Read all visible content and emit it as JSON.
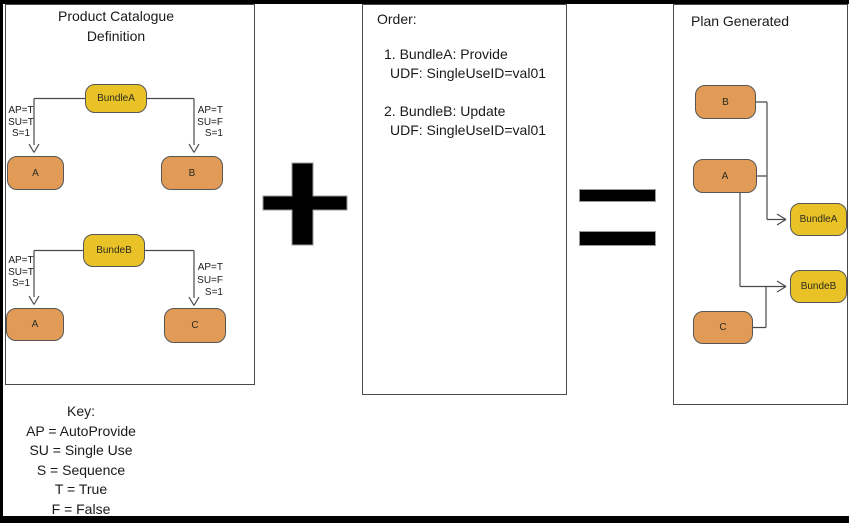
{
  "catalogue": {
    "title_line1": "Product Catalogue",
    "title_line2": "Definition",
    "tree1": {
      "parent": "BundleA",
      "left_child": "A",
      "right_child": "B",
      "left_labels": [
        "AP=T",
        "SU=T",
        "S=1"
      ],
      "right_labels": [
        "AP=T",
        "SU=F",
        "S=1"
      ]
    },
    "tree2": {
      "parent": "BundeB",
      "left_child": "A",
      "right_child": "C",
      "left_labels": [
        "AP=T",
        "SU=T",
        "S=1"
      ],
      "right_labels": [
        "AP=T",
        "SU=F",
        "S=1"
      ]
    }
  },
  "key": {
    "lines": [
      "Key:",
      "AP = AutoProvide",
      "SU = Single Use",
      "S = Sequence",
      "T = True",
      "F = False"
    ]
  },
  "order": {
    "title": "Order:",
    "items": [
      {
        "line1": "1. BundleA: Provide",
        "line2": "UDF: SingleUseID=val01"
      },
      {
        "line1": "2. BundleB: Update",
        "line2": "UDF: SingleUseID=val01"
      }
    ]
  },
  "plan": {
    "title": "Plan Generated",
    "node_b": "B",
    "node_a": "A",
    "node_c": "C",
    "bundle_a": "BundleA",
    "bundle_b": "BundeB"
  },
  "operators": {
    "plus": "+",
    "equals": "="
  },
  "colors": {
    "bundle_fill": "#E9C227",
    "component_fill": "#E19B57",
    "line": "#4a4a4a",
    "operator_fill": "#000000"
  }
}
